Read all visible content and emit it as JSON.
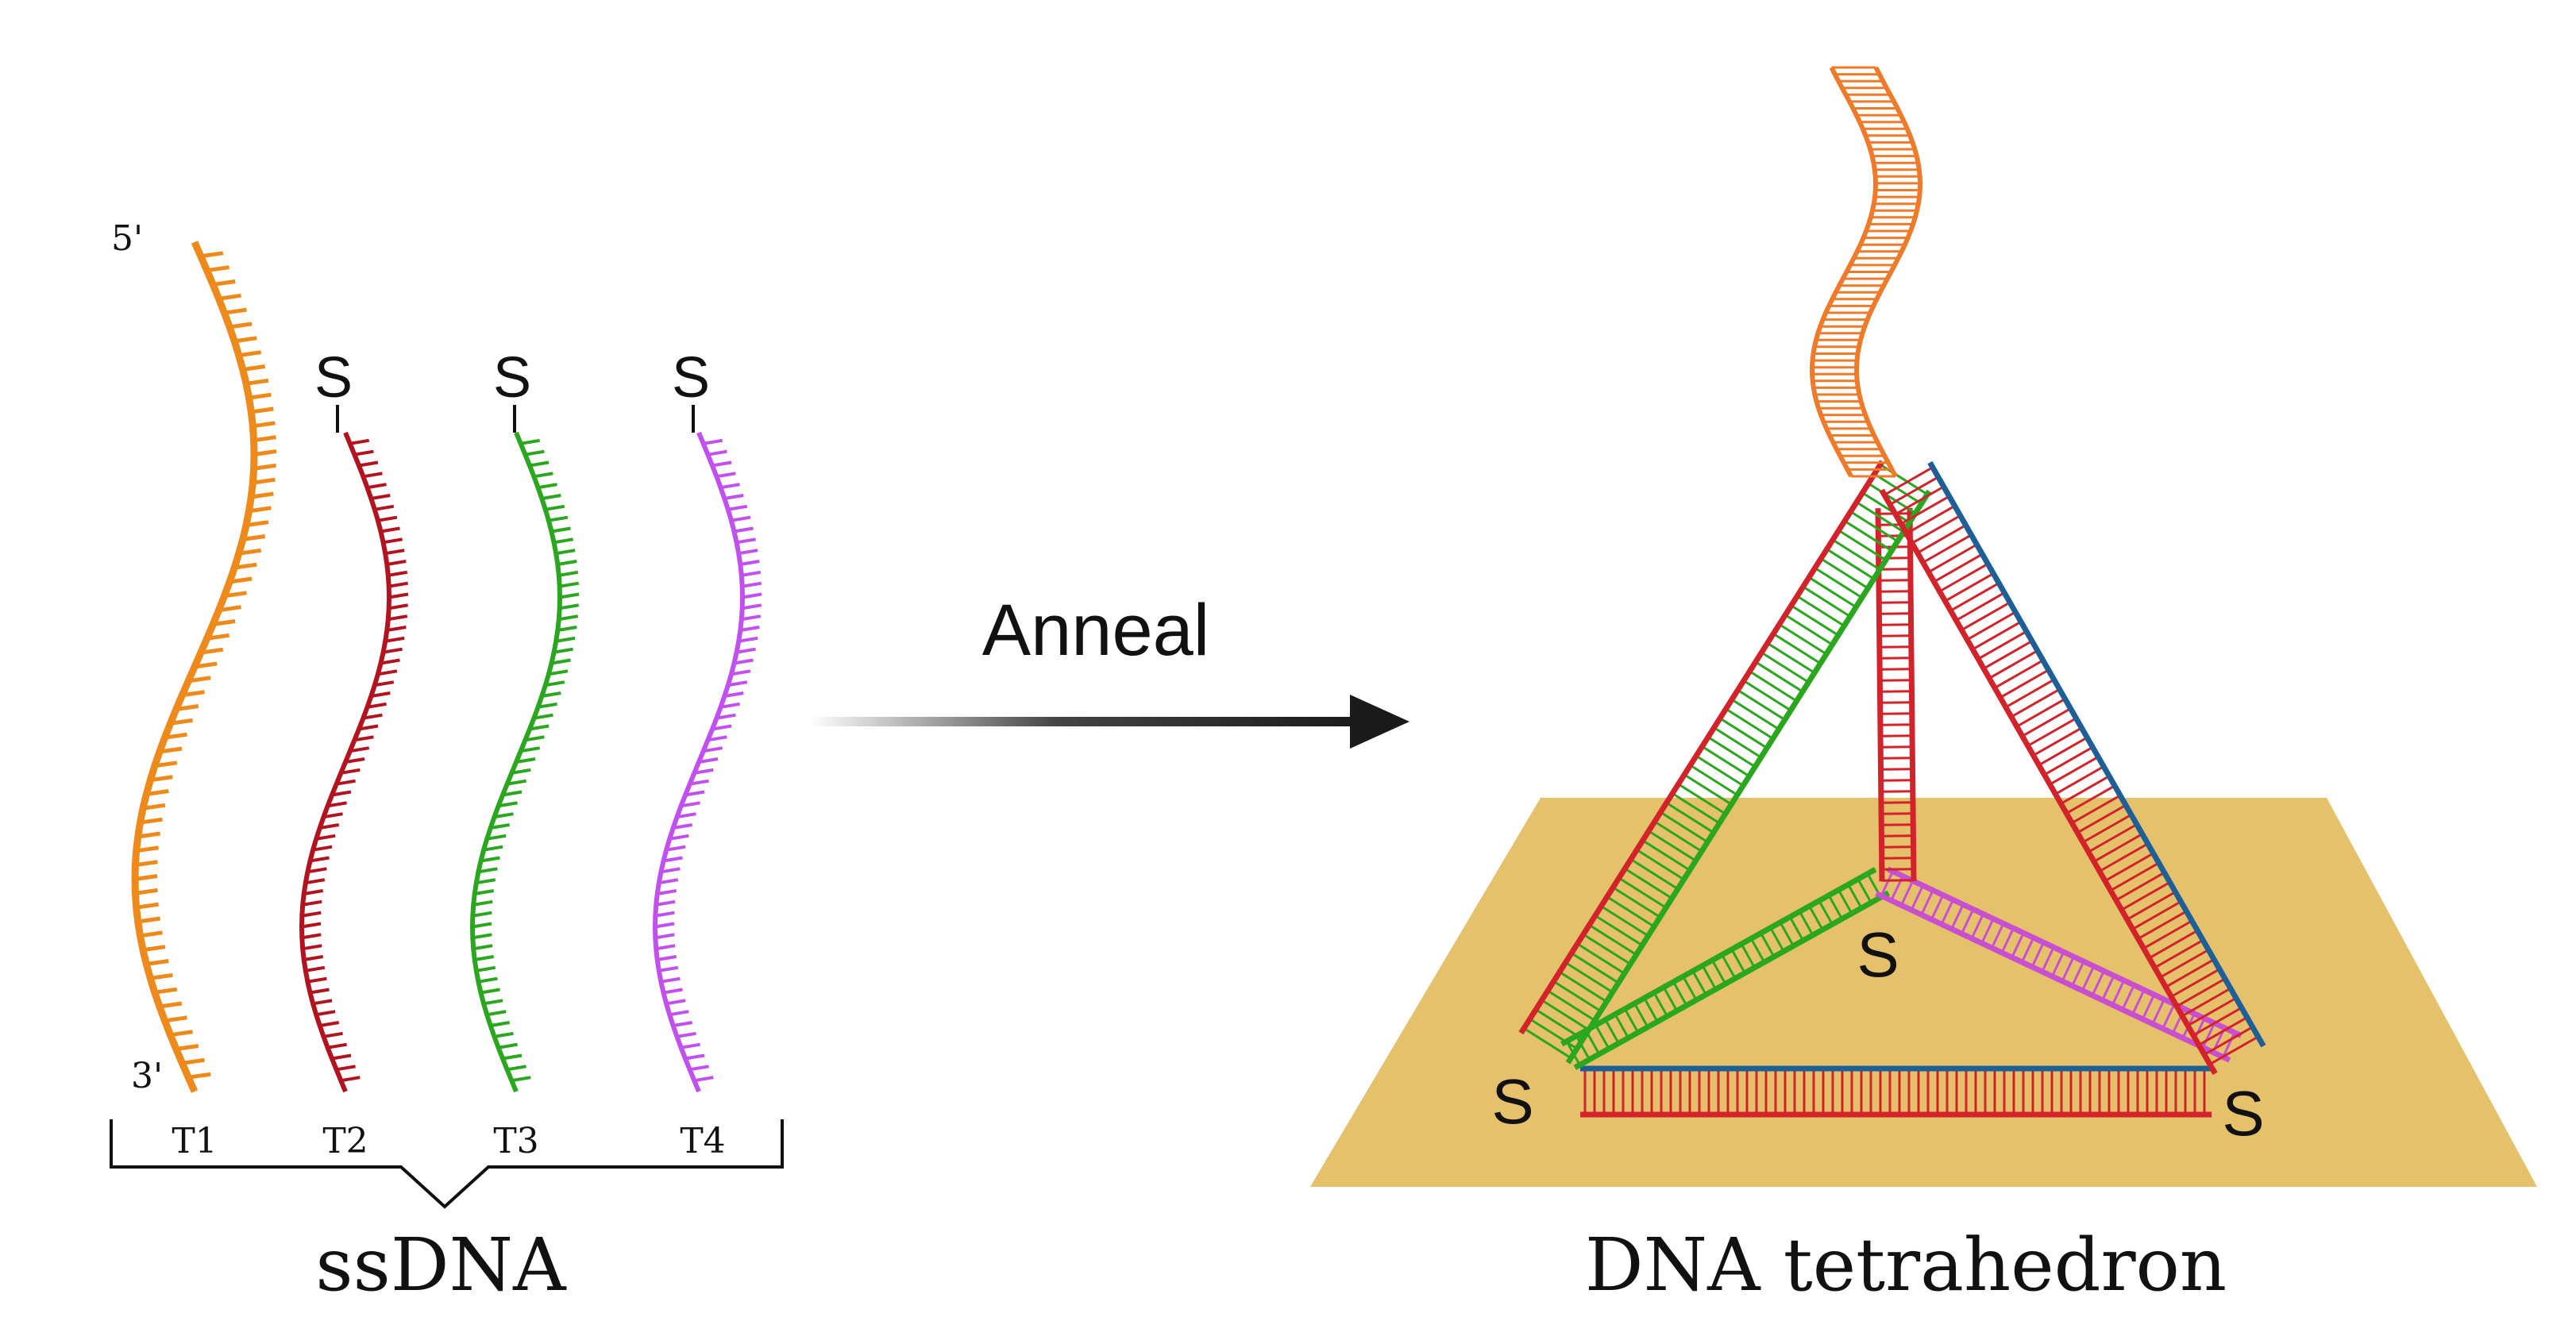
{
  "left_panel": {
    "end_5": "5'",
    "end_3": "3'",
    "thiol": "S",
    "strands": [
      {
        "label": "T1",
        "color": "#ee8a1c",
        "thiol": false
      },
      {
        "label": "T2",
        "color": "#b3121f",
        "thiol": true
      },
      {
        "label": "T3",
        "color": "#2aa61f",
        "thiol": true
      },
      {
        "label": "T4",
        "color": "#c250ee",
        "thiol": true
      }
    ],
    "group_label": "ssDNA"
  },
  "arrow": {
    "label": "Anneal"
  },
  "right_panel": {
    "surface_color": "#e6c16b",
    "thiol_top": "S",
    "thiol_left": "S",
    "thiol_right": "S",
    "title": "DNA tetrahedron"
  },
  "colors": {
    "orange": "#ee7a2a",
    "red": "#d2232a",
    "green": "#2aa61f",
    "blue": "#1d5f96",
    "magenta": "#c84fd0"
  }
}
